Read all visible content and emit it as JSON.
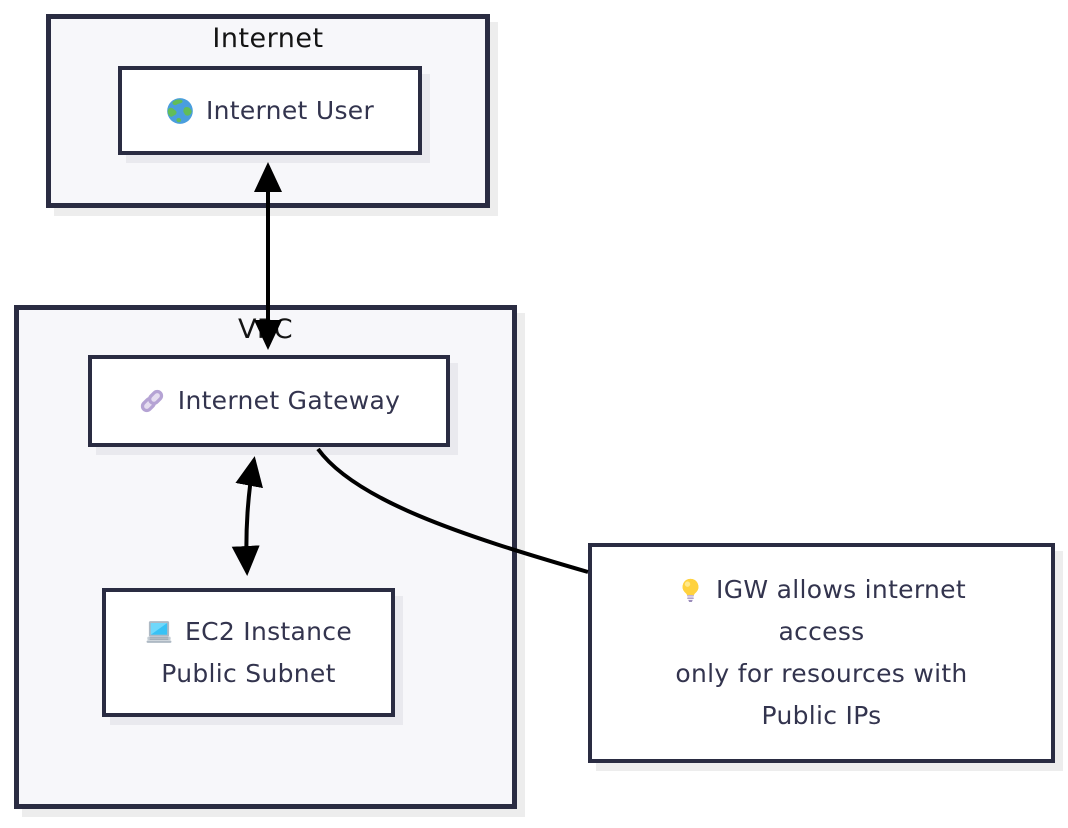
{
  "diagram": {
    "containers": [
      {
        "id": "internet",
        "label": "Internet"
      },
      {
        "id": "vpc",
        "label": "VPC"
      }
    ],
    "nodes": [
      {
        "id": "internet-user",
        "label": "Internet User",
        "icon": "globe-icon"
      },
      {
        "id": "internet-gateway",
        "label": "Internet Gateway",
        "icon": "link-icon"
      },
      {
        "id": "ec2-instance",
        "label": "EC2 Instance",
        "label2": "Public Subnet",
        "icon": "laptop-icon"
      }
    ],
    "note": {
      "icon": "lightbulb-icon",
      "lines": [
        "IGW allows internet",
        "access",
        "only for resources with",
        "Public IPs"
      ]
    },
    "edges": [
      {
        "from": "internet-user",
        "to": "internet-gateway",
        "type": "bidirectional-arrow"
      },
      {
        "from": "internet-gateway",
        "to": "ec2-instance",
        "type": "bidirectional-arrow"
      },
      {
        "from": "internet-gateway",
        "to": "note",
        "type": "plain-line"
      }
    ],
    "colors": {
      "border": "#2a2c42",
      "boundary_fill": "#f7f7fa",
      "node_fill": "#ffffff",
      "shadow": "#ededed",
      "title_text": "#141414",
      "node_text": "#33344e",
      "edge_line": "#000000"
    }
  }
}
